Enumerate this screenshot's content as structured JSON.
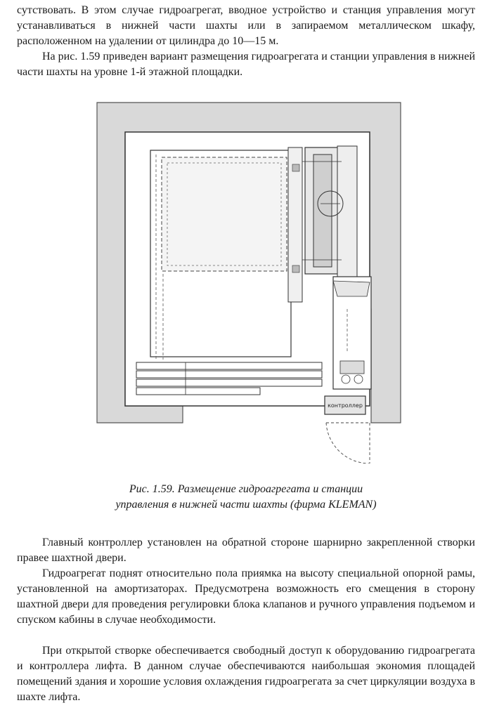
{
  "paragraphs_top": [
    "сутствовать. В этом случае гидроагрегат, вводное устройство и станция управления могут устанавливаться в нижней части шахты или в запираемом металлическом шкафу, расположенном на удалении от цилиндра до 10—15 м.",
    "На рис. 1.59 приведен вариант размещения гидроагрегата и станции управления в нижней части шахты на уровне 1-й этажной площадки."
  ],
  "figure": {
    "controller_label": "контроллер"
  },
  "caption": {
    "line1": "Рис. 1.59. Размещение гидроагрегата и станции",
    "line2": "управления в нижней части шахты (фирма KLEMAN)"
  },
  "paragraphs_bottom": [
    "Главный контроллер установлен на обратной стороне шарнирно закрепленной створки правее шахтной двери.",
    "Гидроагрегат поднят относительно пола приямка на высоту специальной опорной рамы, установленной на амортизаторах. Предусмотрена возможность его смещения в сторону шахтной двери для проведения регулировки блока клапанов и ручного управления подъемом и спуском кабины в случае необходимости.",
    "При открытой створке обеспечивается свободный доступ к оборудованию гидроагрегата и контроллера лифта. В данном случае обеспечиваются наибольшая экономия площадей помещений здания и хорошие условия охлаждения гидроагрегата за счет циркуляции воздуха в шахте лифта."
  ]
}
